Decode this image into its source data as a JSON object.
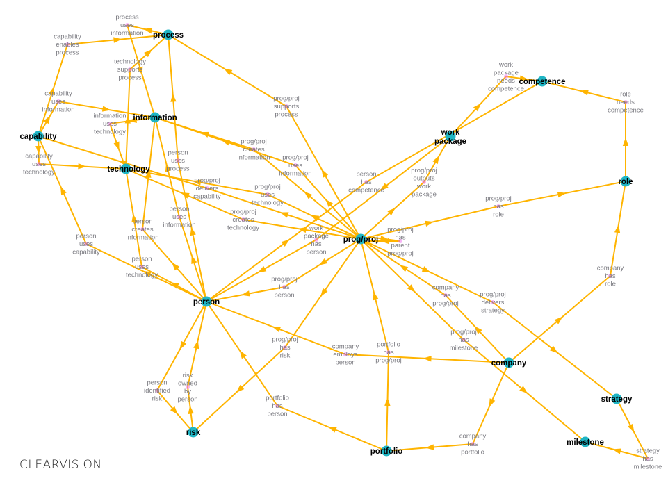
{
  "colors": {
    "edge": "#FFB400",
    "node": "#1FB5C4",
    "label_dot": "#F06CF0"
  },
  "logo": "CLEARVISION",
  "nodes": [
    {
      "id": "process",
      "label": "process"
    },
    {
      "id": "information",
      "label": "information"
    },
    {
      "id": "capability",
      "label": "capability"
    },
    {
      "id": "technology",
      "label": "technology"
    },
    {
      "id": "workpackage",
      "label": "work package"
    },
    {
      "id": "competence",
      "label": "competence"
    },
    {
      "id": "role",
      "label": "role"
    },
    {
      "id": "progproj",
      "label": "prog/proj"
    },
    {
      "id": "person",
      "label": "person"
    },
    {
      "id": "company",
      "label": "company"
    },
    {
      "id": "strategy",
      "label": "strategy"
    },
    {
      "id": "risk",
      "label": "risk"
    },
    {
      "id": "portfolio",
      "label": "portfolio"
    },
    {
      "id": "milestone",
      "label": "milestone"
    }
  ],
  "edges": [
    {
      "from": "capability",
      "to": "process",
      "label": "capability enables process"
    },
    {
      "from": "process",
      "to": "information",
      "label": "process uses information"
    },
    {
      "from": "technology",
      "to": "process",
      "label": "technology supports process"
    },
    {
      "from": "capability",
      "to": "information",
      "label": "capability uses information"
    },
    {
      "from": "information",
      "to": "technology",
      "label": "information uses technology"
    },
    {
      "from": "capability",
      "to": "technology",
      "label": "capability uses technology"
    },
    {
      "from": "progproj",
      "to": "process",
      "label": "prog/proj supports process"
    },
    {
      "from": "progproj",
      "to": "information",
      "label": "prog/proj creates information"
    },
    {
      "from": "progproj",
      "to": "information",
      "label": "prog/proj uses information"
    },
    {
      "from": "person",
      "to": "process",
      "label": "person uses process"
    },
    {
      "from": "progproj",
      "to": "capability",
      "label": "prog/proj delivers capability"
    },
    {
      "from": "progproj",
      "to": "technology",
      "label": "prog/proj uses technology"
    },
    {
      "from": "progproj",
      "to": "technology",
      "label": "prog/proj creates technology"
    },
    {
      "from": "person",
      "to": "information",
      "label": "person creates information"
    },
    {
      "from": "person",
      "to": "information",
      "label": "person uses information"
    },
    {
      "from": "person",
      "to": "capability",
      "label": "person uses capability"
    },
    {
      "from": "person",
      "to": "technology",
      "label": "person uses technology"
    },
    {
      "from": "person",
      "to": "competence",
      "label": "person has competence"
    },
    {
      "from": "workpackage",
      "to": "competence",
      "label": "work package needs competence"
    },
    {
      "from": "role",
      "to": "competence",
      "label": "role needs competence"
    },
    {
      "from": "progproj",
      "to": "workpackage",
      "label": "prog/proj outputs work package"
    },
    {
      "from": "workpackage",
      "to": "person",
      "label": "work package has person"
    },
    {
      "from": "progproj",
      "to": "role",
      "label": "prog/proj has role"
    },
    {
      "from": "progproj",
      "to": "progproj",
      "label": "prog/proj has parent prog/proj"
    },
    {
      "from": "progproj",
      "to": "person",
      "label": "prog/proj has person"
    },
    {
      "from": "company",
      "to": "progproj",
      "label": "company has prog/proj"
    },
    {
      "from": "progproj",
      "to": "strategy",
      "label": "prog/proj delivers strategy"
    },
    {
      "from": "progproj",
      "to": "milestone",
      "label": "prog/proj has milestone"
    },
    {
      "from": "company",
      "to": "role",
      "label": "company has role"
    },
    {
      "from": "progproj",
      "to": "risk",
      "label": "prog/proj has risk"
    },
    {
      "from": "company",
      "to": "person",
      "label": "company employs person"
    },
    {
      "from": "portfolio",
      "to": "progproj",
      "label": "portfolio has prog/proj"
    },
    {
      "from": "person",
      "to": "risk",
      "label": "person identified risk"
    },
    {
      "from": "risk",
      "to": "person",
      "label": "risk owned by person"
    },
    {
      "from": "portfolio",
      "to": "person",
      "label": "portfolio has person"
    },
    {
      "from": "company",
      "to": "portfolio",
      "label": "company has portfolio"
    },
    {
      "from": "strategy",
      "to": "milestone",
      "label": "strategy has milestone"
    }
  ]
}
